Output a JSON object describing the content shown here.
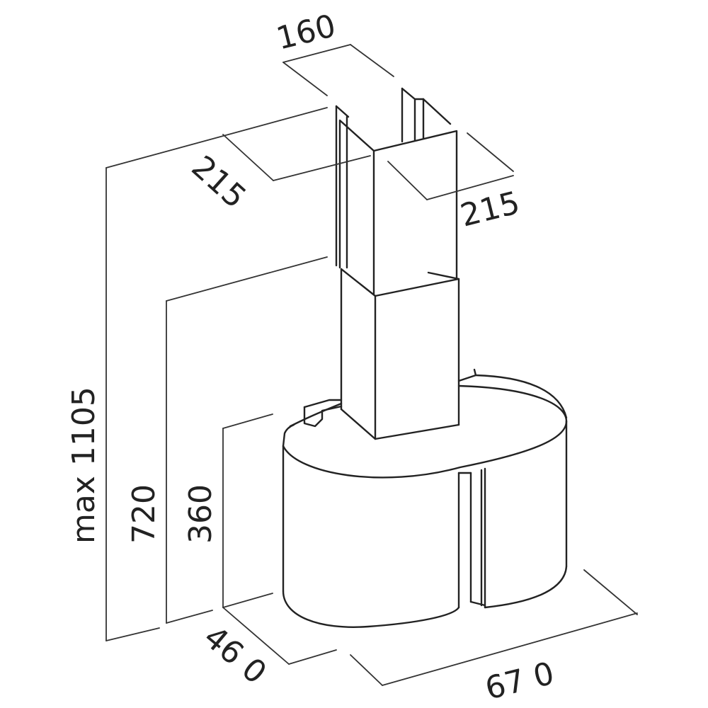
{
  "dimensions": {
    "chimney_depth_top": "160",
    "chimney_width_left": "215",
    "chimney_width_right": "215",
    "max_height": "max 1105",
    "height_720": "720",
    "height_360": "360",
    "depth_bottom": "46 0",
    "width_bottom": "67 0"
  },
  "colors": {
    "line": "#222222",
    "background": "#ffffff"
  }
}
